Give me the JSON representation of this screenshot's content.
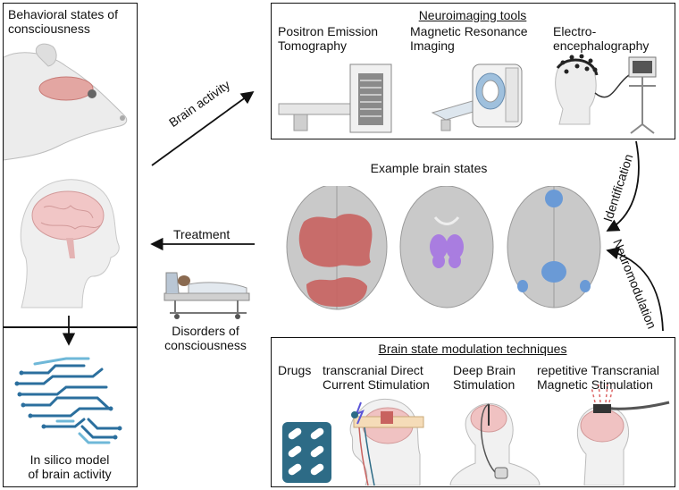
{
  "left_panel": {
    "title": "Behavioral states of\nconsciousness"
  },
  "model_panel": {
    "caption": "In silico model\nof brain activity"
  },
  "arrows": {
    "brain_activity": "Brain activity",
    "treatment": "Treatment",
    "identification": "Identification",
    "neuromodulation": "Neuromodulation"
  },
  "neuroimaging": {
    "title": "Neuroimaging tools",
    "tools": [
      "Positron Emission\nTomography",
      "Magnetic Resonance\nImaging",
      "Electro-\nencephalography"
    ]
  },
  "brain_states": {
    "title": "Example brain states"
  },
  "patient": {
    "caption": "Disorders of\nconsciousness"
  },
  "modulation": {
    "title": "Brain state modulation techniques",
    "techniques": [
      "Drugs",
      "transcranial Direct\nCurrent Stimulation",
      "Deep Brain\nStimulation",
      "repetitive Transcranial\nMagnetic Stimulation"
    ]
  },
  "colors": {
    "frontal_activation": "#c8625f",
    "subcortical_activation": "#a97de0",
    "parietal_activation": "#6a9ad6",
    "brain_gray": "#c9c9c9",
    "pill_box": "#2d6b86"
  }
}
